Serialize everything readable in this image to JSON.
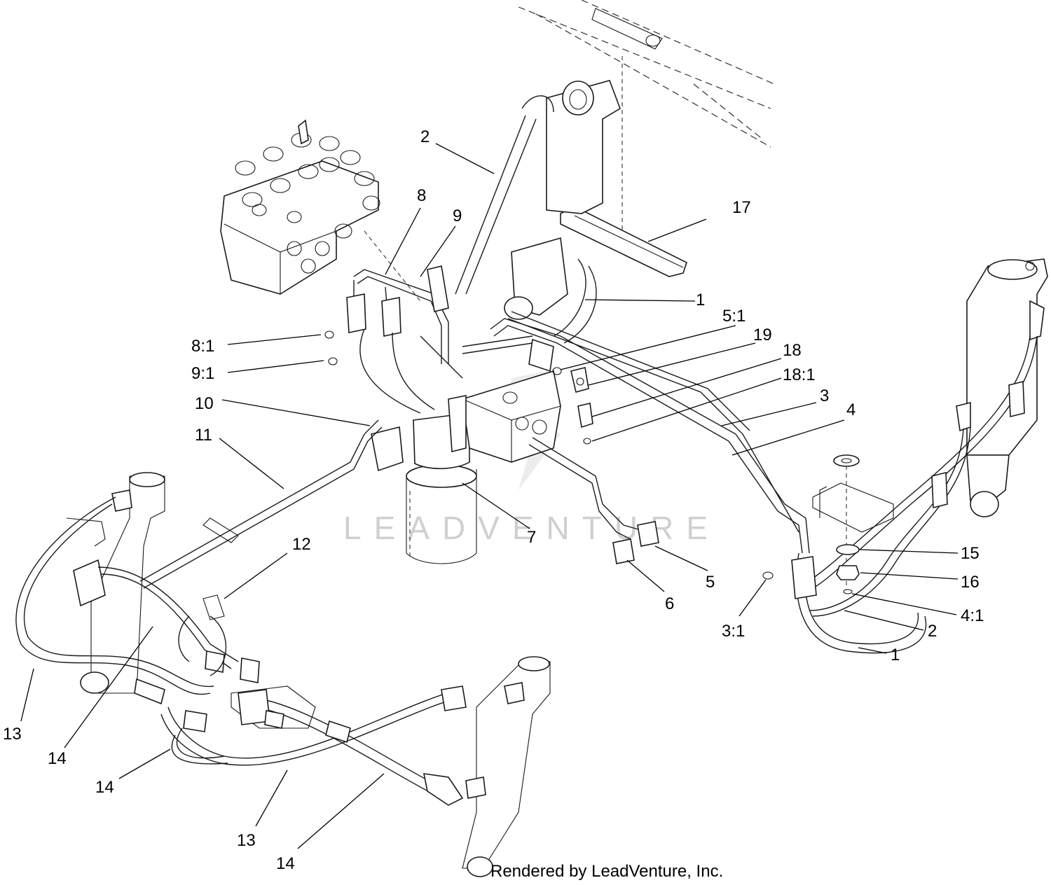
{
  "callouts": {
    "c1a": "1",
    "c1b": "1",
    "c2a": "2",
    "c2b": "2",
    "c3": "3",
    "c3_1": "3:1",
    "c4": "4",
    "c4_1": "4:1",
    "c5": "5",
    "c5_1": "5:1",
    "c6": "6",
    "c7": "7",
    "c8": "8",
    "c8_1": "8:1",
    "c9": "9",
    "c9_1": "9:1",
    "c10": "10",
    "c11": "11",
    "c12": "12",
    "c13a": "13",
    "c13b": "13",
    "c14a": "14",
    "c14b": "14",
    "c14c": "14",
    "c15": "15",
    "c16": "16",
    "c17": "17",
    "c18": "18",
    "c18_1": "18:1",
    "c19": "19"
  },
  "watermark": "LEADVENTURE",
  "footer": "Rendered by LeadVenture, Inc."
}
